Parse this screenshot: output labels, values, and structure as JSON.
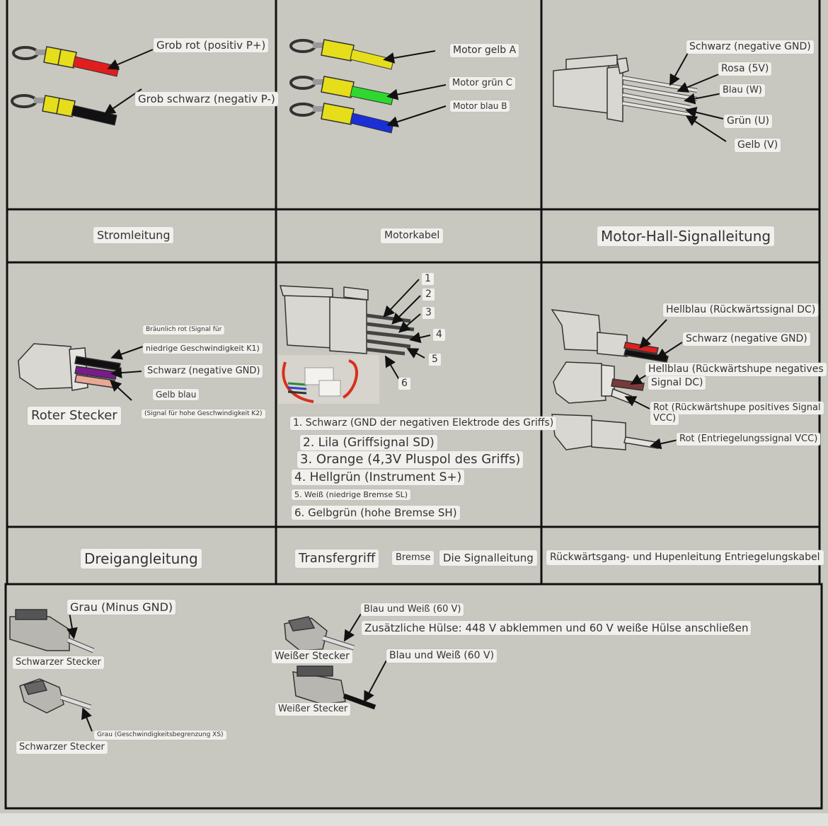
{
  "sections": {
    "power": {
      "title": "Stromleitung",
      "red_label": "Grob rot (positiv P+)",
      "black_label": "Grob schwarz (negativ P-)"
    },
    "motor": {
      "title": "Motorkabel",
      "yellow_label": "Motor gelb A",
      "green_label": "Motor grün C",
      "blue_label": "Motor blau B"
    },
    "hall": {
      "title": "Motor-Hall-Signalleitung",
      "labels": [
        "Schwarz (negative GND)",
        "Rosa (5V)",
        "Blau (W)",
        "Grün (U)",
        "Gelb (V)"
      ]
    },
    "three_speed": {
      "title": "Dreigangleitung",
      "connector": "Roter Stecker",
      "labels": [
        "Bräunlich rot (Signal für",
        "niedrige Geschwindigkeit K1)",
        "Schwarz (negative GND)",
        "Gelb blau",
        "(Signal für hohe Geschwindigkeit K2)"
      ]
    },
    "handle": {
      "title1": "Transfergriff",
      "title2": "Bremse",
      "title3": "Die Signalleitung",
      "numbers": [
        "1",
        "2",
        "3",
        "4",
        "5",
        "6"
      ],
      "items": [
        "1. Schwarz (GND der negativen Elektrode des Griffs)",
        "2. Lila (Griffsignal SD)",
        "3. Orange (4,3V Pluspol des Griffs)",
        "4. Hellgrün (Instrument S+)",
        "5. Weiß (niedrige Bremse SL)",
        "6. Gelbgrün (hohe Bremse SH)"
      ]
    },
    "reverse": {
      "title": "Rückwärtsgang- und Hupenleitung Entriegelungskabel",
      "labels": [
        "Hellblau (Rückwärtssignal DC)",
        "Schwarz (negative GND)",
        "Hellblau (Rückwärtshupe negatives",
        "Signal DC)",
        "Rot (Rückwärtshupe positives Signal",
        "VCC)",
        "Rot (Entriegelungssignal VCC)"
      ]
    },
    "bottom": {
      "grey_gnd": "Grau (Minus GND)",
      "black_plug_1": "Schwarzer Stecker",
      "black_plug_2": "Schwarzer Stecker",
      "grey_xs": "Grau (Geschwindigkeitsbegrenzung XS)",
      "blue_white_1": "Blau und Weiß (60 V)",
      "extra_sleeve": "Zusätzliche Hülse: 448 V abklemmen und 60 V weiße Hülse anschließen",
      "white_plug_1": "Weißer Stecker",
      "blue_white_2": "Blau und Weiß (60 V)",
      "white_plug_2": "Weißer Stecker"
    }
  },
  "colors": {
    "background": "#c9c8c0",
    "grid": "#111111",
    "label_bg": "#f1f0ec",
    "wire_red": "#e01e1e",
    "wire_black": "#111111",
    "wire_yellow": "#e6de1a",
    "wire_green": "#2fd82f",
    "wire_blue": "#1a2fd6",
    "wire_purple": "#7a1a8c",
    "wire_pink": "#e8a898",
    "connector_grey": "#d9d7d2"
  }
}
